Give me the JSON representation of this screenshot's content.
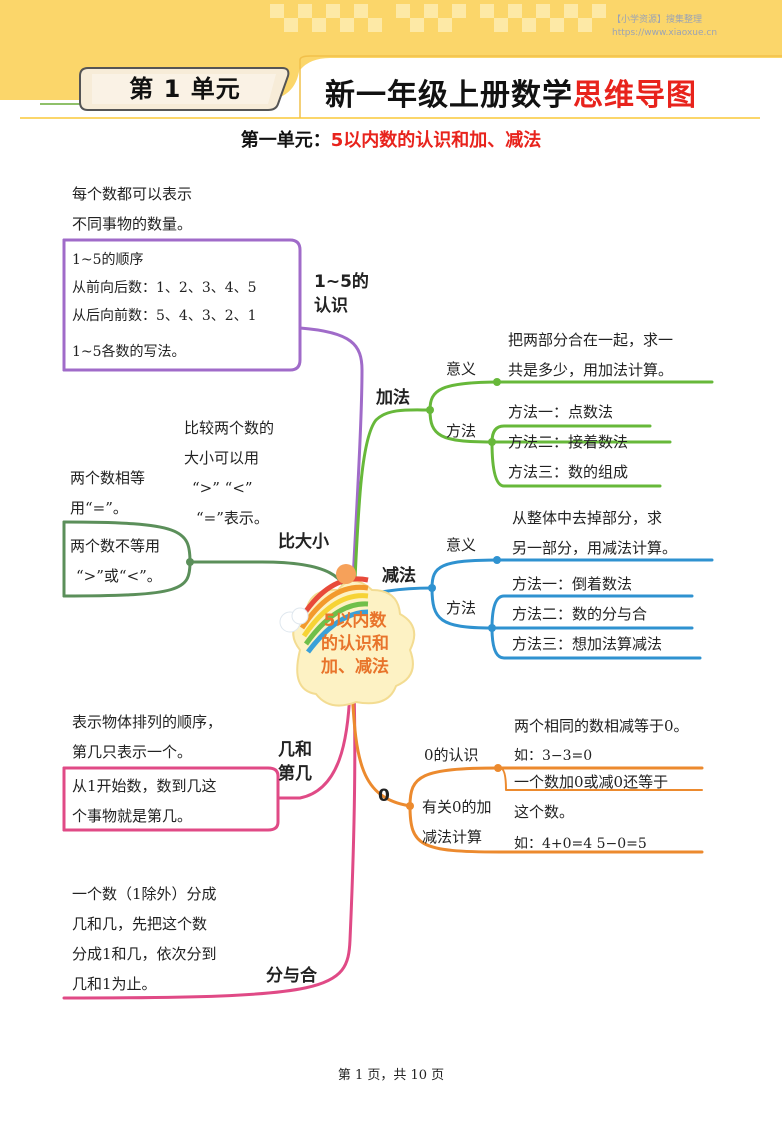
{
  "header": {
    "unit_label": "第 1 单元",
    "title_main": "新一年级上册数学",
    "title_highlight": "思维导图",
    "watermark_line1": "【小学资源】搜集整理",
    "watermark_line2": "https://www.xiaoxue.cn",
    "subtitle_prefix": "第一单元：",
    "subtitle_highlight": "5以内数的认识和加、减法"
  },
  "center": {
    "line1": "5以内数",
    "line2": "的认识和",
    "line3": "加、减法"
  },
  "branches": {
    "recognize": {
      "label": "1~5的认识",
      "intro1": "每个数都可以表示",
      "intro2": "不同事物的数量。",
      "order_title": "1~5的顺序",
      "forward": "从前向后数：1、2、3、4、5",
      "backward": "从后向前数：5、4、3、2、1",
      "writing": "1~5各数的写法。"
    },
    "compare": {
      "label": "比大小",
      "intro1": "比较两个数的",
      "intro2": "大小可以用",
      "intro3": "“>” “<”",
      "intro4": "“=”表示。",
      "equal1": "两个数相等",
      "equal2": "用“=”。",
      "unequal1": "两个数不等用",
      "unequal2": "“>”或“<”。"
    },
    "ordinal": {
      "label": "几和第几",
      "text1": "表示物体排列的顺序，",
      "text2": "第几只表示一个。",
      "text3": "从1开始数，数到几这",
      "text4": "个事物就是第几。"
    },
    "compose": {
      "label": "分与合",
      "text1": "一个数（1除外）分成",
      "text2": "几和几，先把这个数",
      "text3": "分成1和几，依次分到",
      "text4": "几和1为止。"
    },
    "addition": {
      "label": "加法",
      "meaning_label": "意义",
      "meaning1": "把两部分合在一起，求一",
      "meaning2": "共是多少，用加法计算。",
      "method_label": "方法",
      "m1": "方法一：点数法",
      "m2": "方法二：接着数法",
      "m3": "方法三：数的组成"
    },
    "subtraction": {
      "label": "减法",
      "meaning_label": "意义",
      "meaning1": "从整体中去掉部分，求",
      "meaning2": "另一部分，用减法计算。",
      "method_label": "方法",
      "m1": "方法一：倒着数法",
      "m2": "方法二：数的分与合",
      "m3": "方法三：想加法算减法"
    },
    "zero": {
      "label": "0",
      "know_label": "0的认识",
      "know1": "两个相同的数相减等于0。",
      "know2": "如：3−3=0",
      "calc_label1": "有关0的加",
      "calc_label2": "减法计算",
      "calc1": "一个数加0或减0还等于",
      "calc2": "这个数。",
      "calc3": "如：4+0=4    5−0=5"
    }
  },
  "footer": {
    "page": "第 1 页，共 10 页"
  },
  "colors": {
    "banner_yellow": "#fbd66a",
    "purple": "#a06bc9",
    "green": "#67b83a",
    "blue": "#2f92d0",
    "dark_green": "#5b8f5a",
    "pink": "#e04a86",
    "orange": "#ec8a2e",
    "title_red": "#e8231c"
  }
}
